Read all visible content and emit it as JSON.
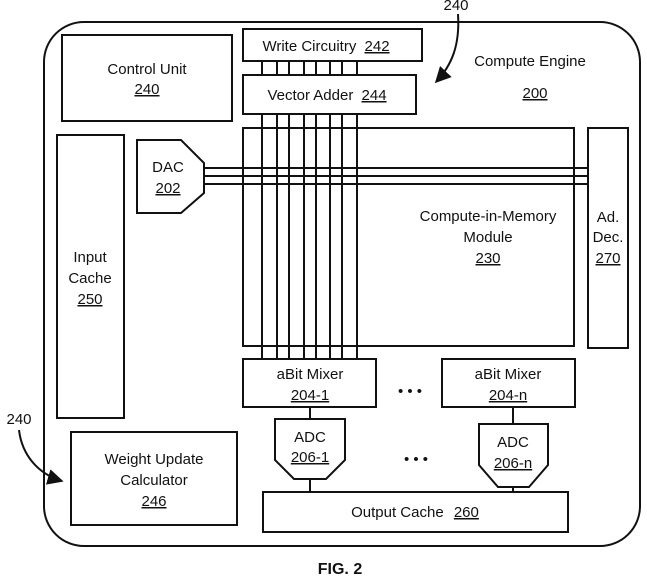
{
  "figure_label": "FIG. 2",
  "compute_engine": {
    "label": "Compute Engine",
    "ref": "200"
  },
  "control_unit": {
    "label": "Control Unit",
    "ref": "240"
  },
  "write_circuitry": {
    "label": "Write Circuitry",
    "ref": "242"
  },
  "vector_adder": {
    "label": "Vector Adder",
    "ref": "244"
  },
  "dac": {
    "label": "DAC",
    "ref": "202"
  },
  "cim_module": {
    "label1": "Compute-in-Memory",
    "label2": "Module",
    "ref": "230"
  },
  "address_decoder": {
    "label1": "Ad.",
    "label2": "Dec.",
    "ref": "270"
  },
  "input_cache": {
    "label1": "Input",
    "label2": "Cache",
    "ref": "250"
  },
  "abit_mixer_1": {
    "label": "aBit Mixer",
    "ref": "204-1"
  },
  "abit_mixer_n": {
    "label": "aBit Mixer",
    "ref": "204-n"
  },
  "adc_1": {
    "label": "ADC",
    "ref": "206-1"
  },
  "adc_n": {
    "label": "ADC",
    "ref": "206-n"
  },
  "weight_update": {
    "label1": "Weight Update",
    "label2": "Calculator",
    "ref": "246"
  },
  "output_cache": {
    "label": "Output Cache",
    "ref": "260"
  },
  "callout_top": "240",
  "callout_left": "240",
  "ellipsis": "• • •"
}
